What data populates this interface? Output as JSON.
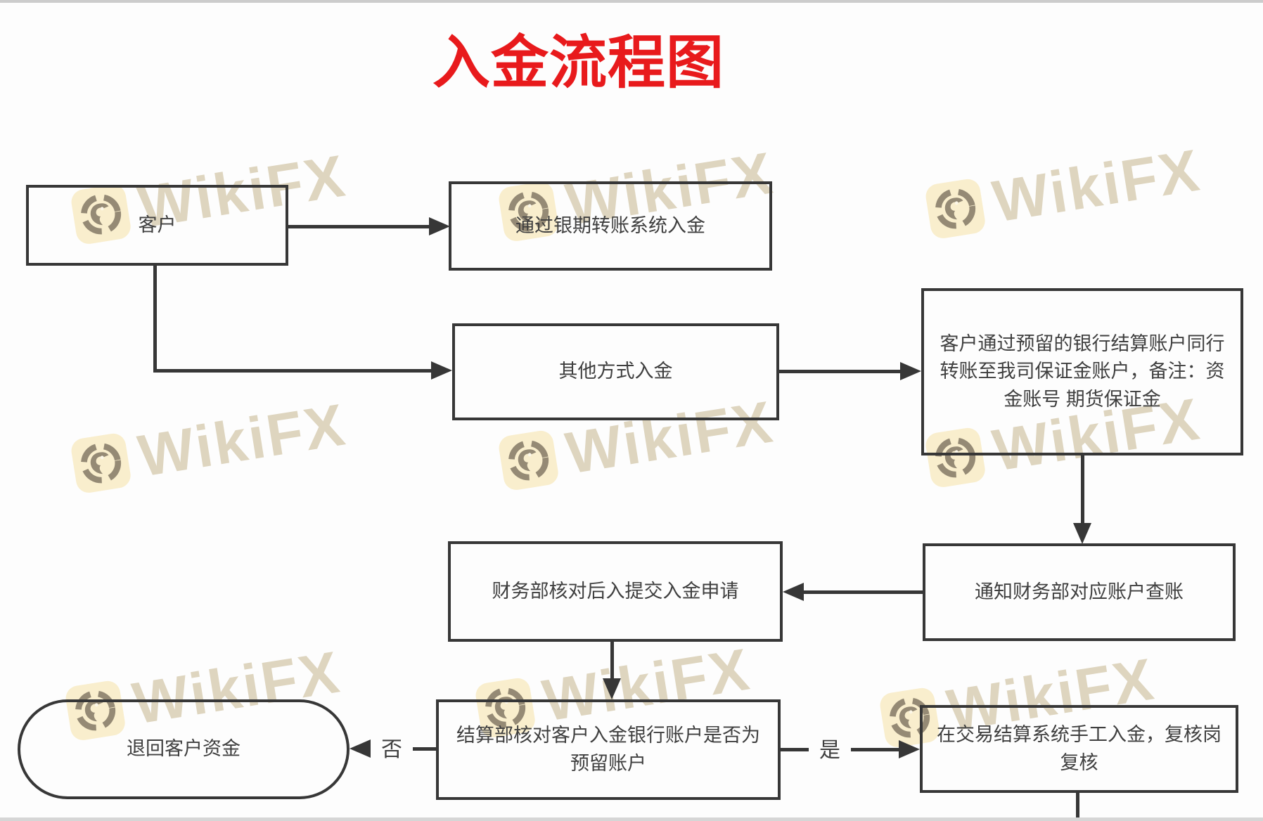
{
  "title": {
    "text": "入金流程图"
  },
  "colors": {
    "title_red": "#e81a1c",
    "line": "#373737",
    "node_text": "#3f3f3f",
    "watermark_tan": "#c5b48d",
    "watermark_logo_bg": "#f8ebc4"
  },
  "watermark": {
    "text": "WikiFX",
    "icon": "wikifx-eagle-logo"
  },
  "flowchart": {
    "nodes": [
      {
        "id": "customer",
        "shape": "rect",
        "label": "客户"
      },
      {
        "id": "bank_futures_transfer",
        "shape": "rect",
        "label": "通过银期转账系统入金"
      },
      {
        "id": "other_method_deposit",
        "shape": "rect",
        "label": "其他方式入金"
      },
      {
        "id": "reserved_account_transfer",
        "shape": "rect",
        "label": "客户通过预留的银行结算账户同行转账至我司保证金账户，备注：资金账号 期货保证金"
      },
      {
        "id": "notify_finance_check",
        "shape": "rect",
        "label": "通知财务部对应账户查账"
      },
      {
        "id": "finance_submit_request",
        "shape": "rect",
        "label": "财务部核对后入提交入金申请"
      },
      {
        "id": "settlement_verify_account",
        "shape": "rect",
        "label": "结算部核对客户入金银行账户是否为预留账户"
      },
      {
        "id": "refund_customer_funds",
        "shape": "stadium",
        "label": "退回客户资金"
      },
      {
        "id": "manual_deposit_review",
        "shape": "rect",
        "label": "在交易结算系统手工入金，复核岗复核"
      }
    ],
    "edges": [
      {
        "from": "customer",
        "to": "bank_futures_transfer",
        "label": ""
      },
      {
        "from": "customer",
        "to": "other_method_deposit",
        "label": ""
      },
      {
        "from": "other_method_deposit",
        "to": "reserved_account_transfer",
        "label": ""
      },
      {
        "from": "reserved_account_transfer",
        "to": "notify_finance_check",
        "label": ""
      },
      {
        "from": "notify_finance_check",
        "to": "finance_submit_request",
        "label": ""
      },
      {
        "from": "finance_submit_request",
        "to": "settlement_verify_account",
        "label": ""
      },
      {
        "from": "settlement_verify_account",
        "to": "refund_customer_funds",
        "label": "否"
      },
      {
        "from": "settlement_verify_account",
        "to": "manual_deposit_review",
        "label": "是"
      },
      {
        "from": "manual_deposit_review",
        "to": "bottom_of_page",
        "label": ""
      }
    ],
    "decision_labels": {
      "no": "否",
      "yes": "是"
    }
  }
}
